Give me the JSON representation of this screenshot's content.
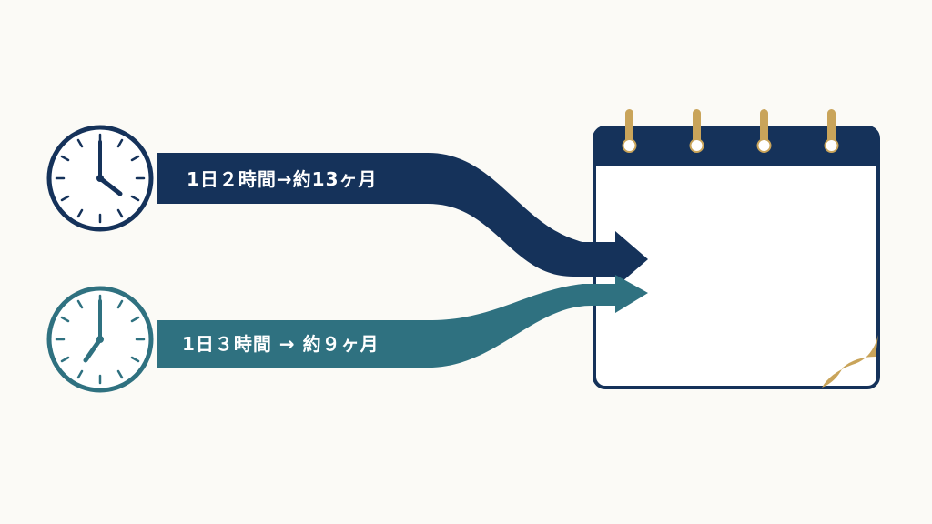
{
  "colors": {
    "background": "#fbfaf6",
    "navy": "#15325a",
    "teal": "#2f7180",
    "gold": "#c9a45a",
    "paper": "#ffffff"
  },
  "paths": [
    {
      "label": "1日２時間→約13ヶ月",
      "hours_per_day": 2,
      "clock_time": "4:00",
      "color": "navy",
      "clock_icon": "clock-icon",
      "arrow_icon": "arrow-right-icon"
    },
    {
      "label": "1日３時間 → 約９ヶ月",
      "hours_per_day": 3,
      "clock_time": "7:00",
      "color": "teal",
      "clock_icon": "clock-icon",
      "arrow_icon": "arrow-right-icon"
    }
  ],
  "calendar": {
    "icon": "calendar-icon",
    "rings": 4,
    "page_curl": true
  }
}
